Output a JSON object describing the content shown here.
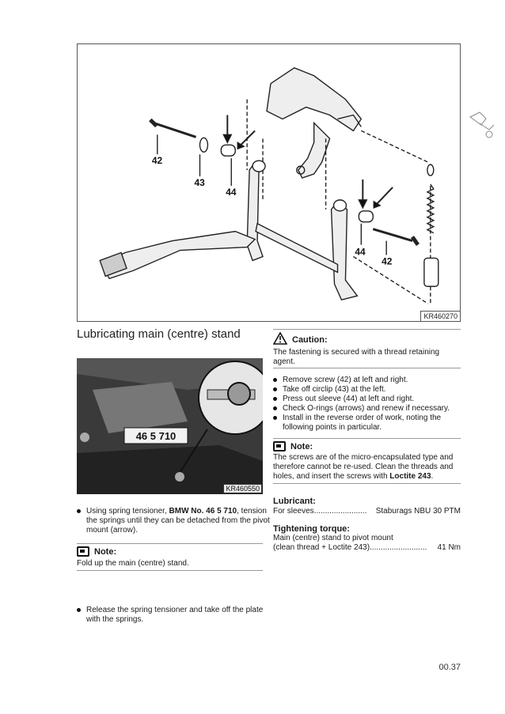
{
  "figure_main": {
    "ref": "KR460270",
    "callouts": {
      "c42a": "42",
      "c43": "43",
      "c44a": "44",
      "c44b": "44",
      "c42b": "42"
    }
  },
  "section_title": "Lubricating main (centre) stand",
  "photo": {
    "tool_label": "46 5 710",
    "ref": "KR460550"
  },
  "left_col": {
    "step1_pre": "Using spring tensioner, ",
    "step1_bold": "BMW No. 46 5 710",
    "step1_post": ", tension the springs until they can be detached from the pivot mount (arrow).",
    "note_label": "Note:",
    "note_text": "Fold up the main (centre) stand.",
    "step2": "Release the spring tensioner and take off the plate with the springs."
  },
  "right_col": {
    "caution_label": "Caution:",
    "caution_text": "The fastening is secured with a thread retaining agent.",
    "steps": [
      "Remove screw (42) at left and right.",
      "Take off circlip (43) at the left.",
      "Press out sleeve (44) at left and right.",
      "Check O-rings (arrows) and renew if necessary.",
      "Install in the reverse order of work, noting the following points in particular."
    ],
    "note_label": "Note:",
    "note_text_pre": "The screws are of the micro-encapsulated type and therefore cannot be re-used. Clean the threads and holes, and insert the screws with ",
    "note_text_bold": "Loctite 243",
    "note_text_post": ".",
    "lubricant_heading": "Lubricant:",
    "lubricant_item": "For sleeves",
    "lubricant_dots": "........................",
    "lubricant_value": "Staburags NBU 30 PTM",
    "torque_heading": "Tightening torque:",
    "torque_line1": "Main (centre) stand to pivot mount",
    "torque_line2": "(clean thread + Loctite 243)",
    "torque_dots": "..........................",
    "torque_value": "41 Nm"
  },
  "page_number": "00.37"
}
